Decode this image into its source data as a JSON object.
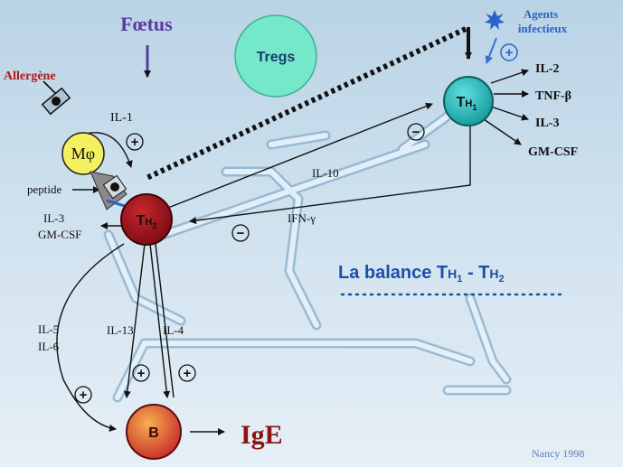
{
  "labels": {
    "foetus": "Fœtus",
    "tregs": "Tregs",
    "allergene": "Allergène",
    "agents_line1": "Agents",
    "agents_line2": "infectieux",
    "mphi": "Mφ",
    "il1": "IL-1",
    "peptide": "peptide",
    "il3_left": "IL-3",
    "gmcsf_left": "GM-CSF",
    "il10": "IL-10",
    "ifng": "IFN-γ",
    "th1_main": "T",
    "th1_sub": "H",
    "th1_num": "1",
    "th2_main": "T",
    "th2_sub": "H",
    "th2_num": "2",
    "il2": "IL-2",
    "tnfb": "TNF-β",
    "il3_right": "IL-3",
    "gmcsf_right": "GM-CSF",
    "il5": "IL-5",
    "il6": "IL-6",
    "il13": "IL-13",
    "il4": "IL-4",
    "b": "B",
    "ige": "IgE",
    "balance_prefix": "La balance T",
    "balance_sub1": "H",
    "balance_num1": "1",
    "balance_mid": " - T",
    "balance_sub2": "H",
    "balance_num2": "2",
    "plus": "+",
    "minus": "−",
    "credit": "Nancy 1998"
  },
  "colors": {
    "foetus": "#5b3a9e",
    "allergene": "#b01818",
    "agents": "#2a63c8",
    "balance": "#1b4fa8",
    "ige": "#8b1414",
    "tregs": "#74e8c8",
    "mphi": "#f5f060",
    "th1": "#27c0c0",
    "th2": "#a8141c",
    "b": "#d94a3a",
    "scale": "#cfe3f2"
  }
}
